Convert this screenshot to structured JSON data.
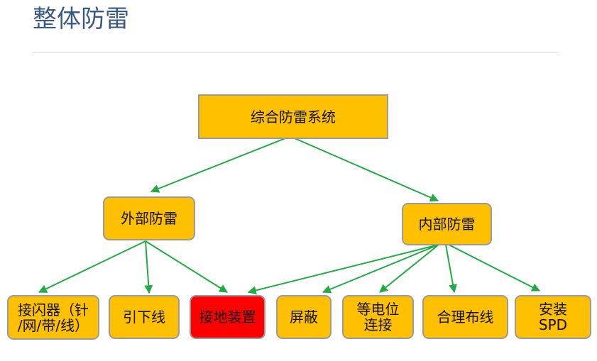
{
  "page": {
    "title": "整体防雷"
  },
  "diagram": {
    "root": {
      "label": "综合防雷系统"
    },
    "branches": [
      {
        "label": "外部防雷"
      },
      {
        "label": "内部防雷"
      }
    ],
    "leaves": [
      {
        "label": "接闪器（针\n/网/带/线）"
      },
      {
        "label": "引下线"
      },
      {
        "label": "接地装置",
        "highlight_color": "#ff0000"
      },
      {
        "label": "屏蔽"
      },
      {
        "label": "等电位\n连接"
      },
      {
        "label": "合理布线"
      },
      {
        "label": "安装\nSPD"
      }
    ],
    "colors": {
      "node_fill": "#ffc000",
      "highlight": "#ff0000",
      "connector": "#22aa44"
    }
  }
}
